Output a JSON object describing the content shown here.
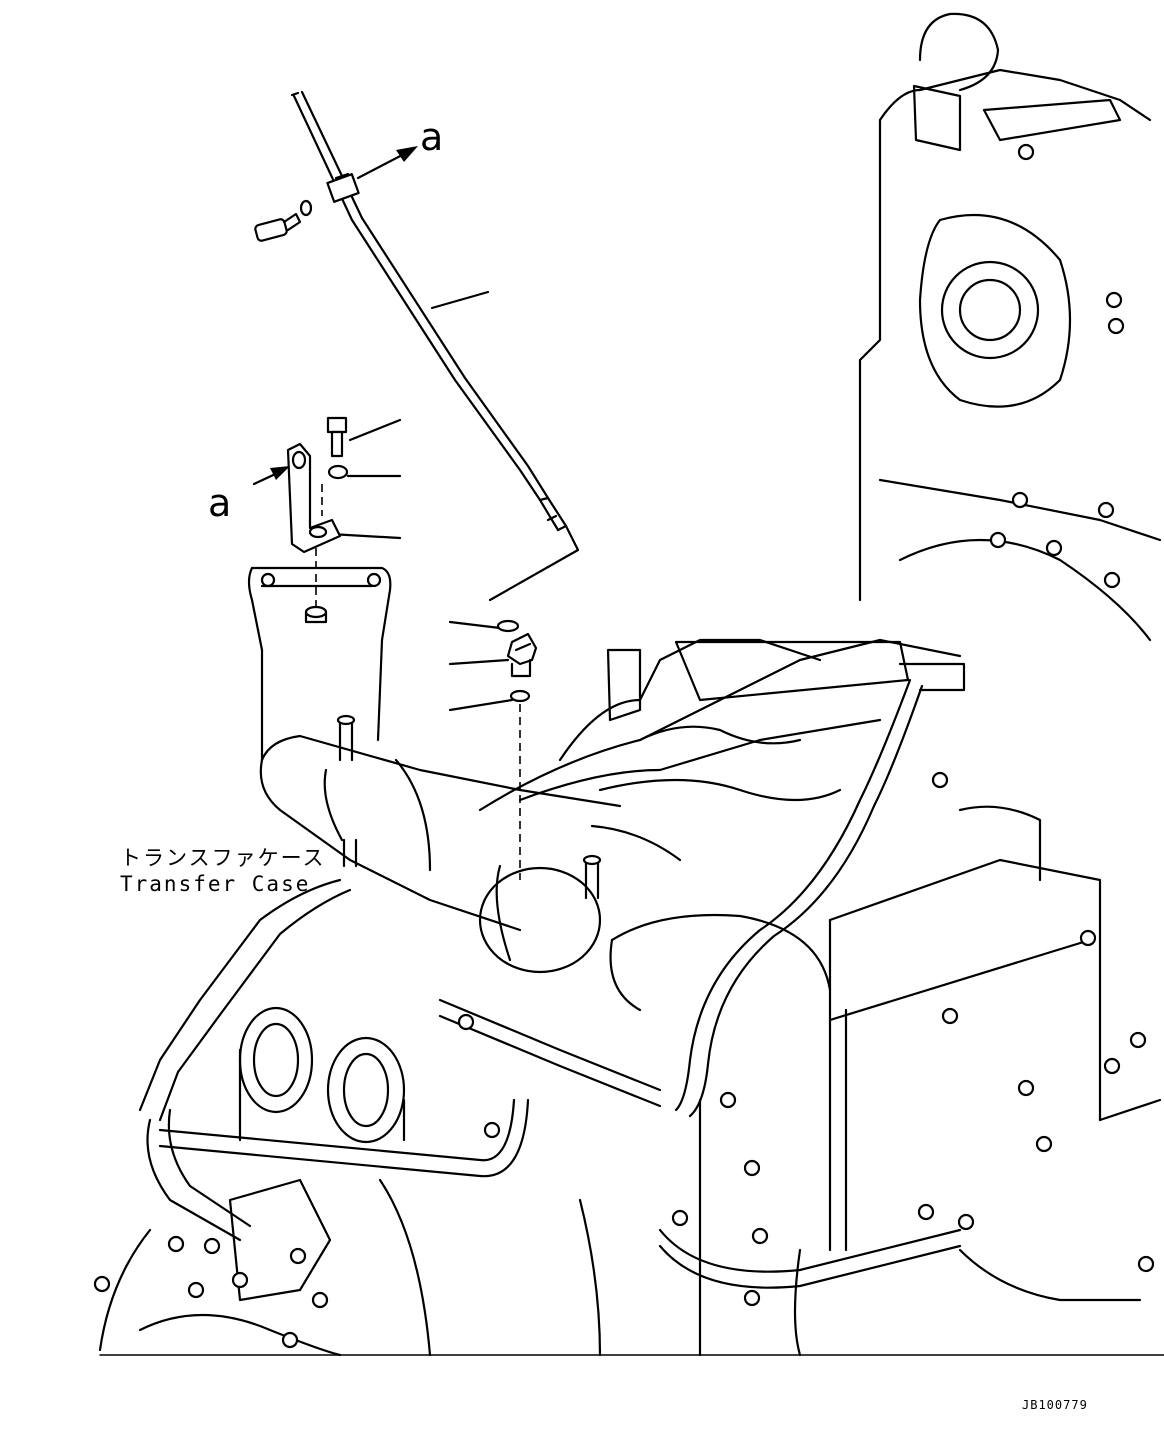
{
  "callouts": {
    "upper_a": "a",
    "lower_a": "a"
  },
  "component_label": {
    "japanese": "トランスファケース",
    "english": "Transfer Case"
  },
  "drawing_code": "JB100779"
}
